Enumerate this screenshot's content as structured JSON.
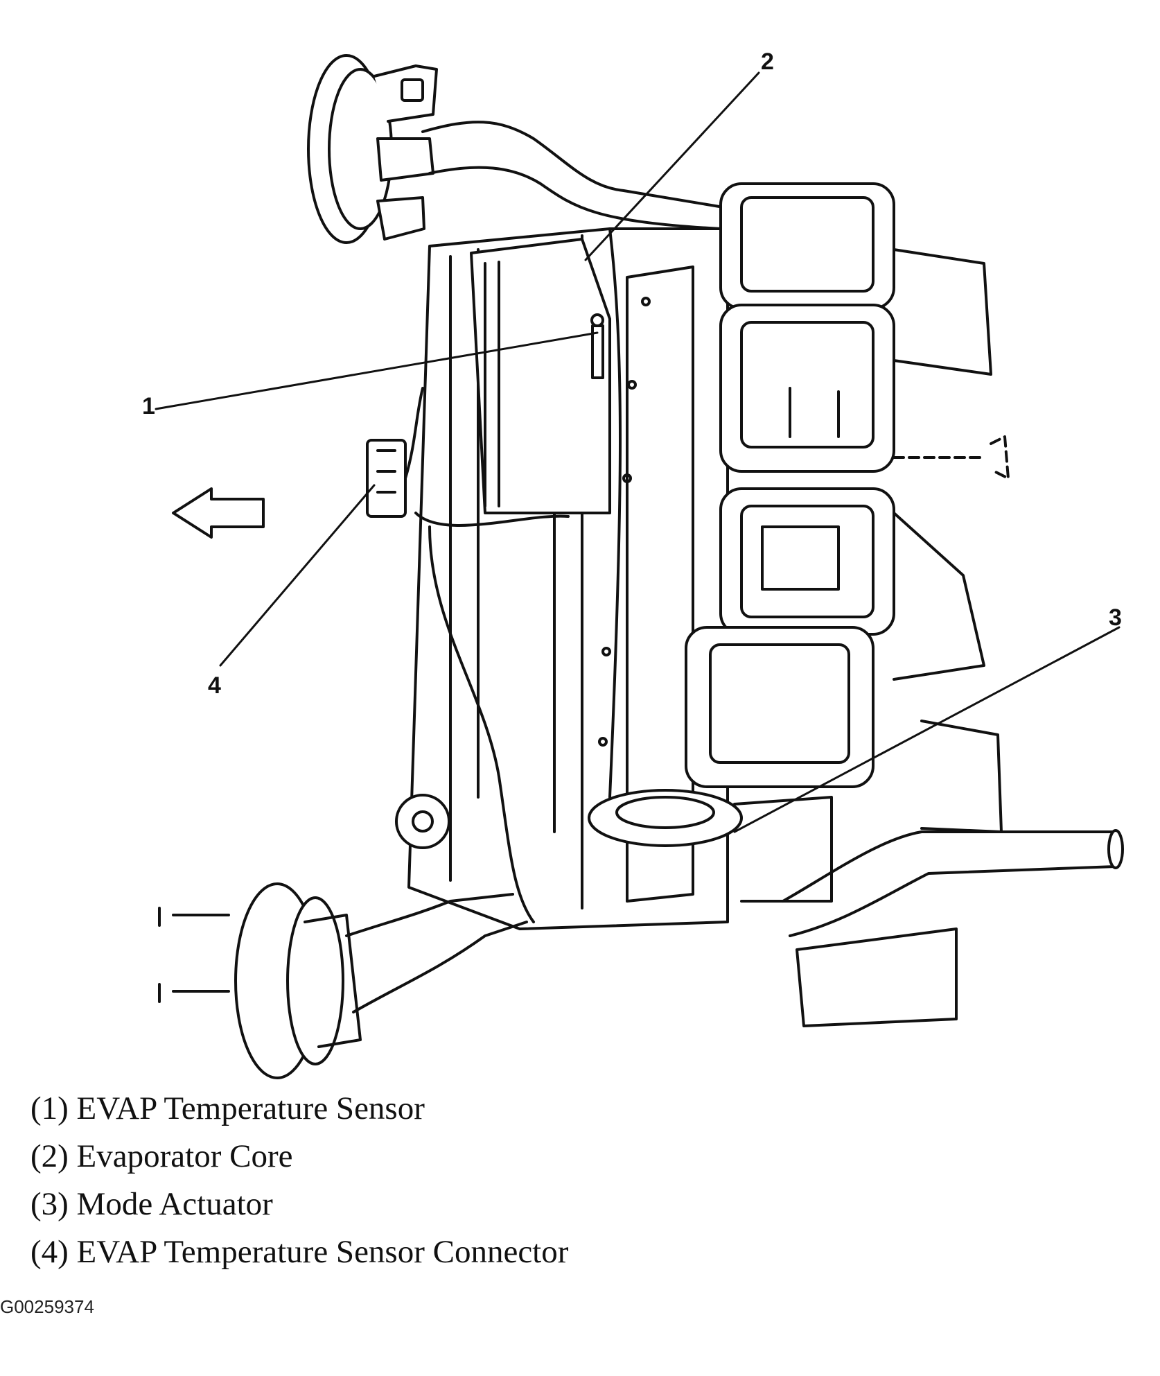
{
  "callouts": [
    {
      "number": "1",
      "label": "EVAP Temperature Sensor"
    },
    {
      "number": "2",
      "label": "Evaporator Core"
    },
    {
      "number": "3",
      "label": "Mode Actuator"
    },
    {
      "number": "4",
      "label": "EVAP Temperature Sensor Connector"
    }
  ],
  "legend": [
    "(1) EVAP Temperature Sensor",
    "(2) Evaporator Core",
    "(3) Mode Actuator",
    "(4) EVAP Temperature Sensor Connector"
  ],
  "figure_id": "G00259374",
  "colors": {
    "ink": "#111111",
    "paper": "#ffffff"
  }
}
